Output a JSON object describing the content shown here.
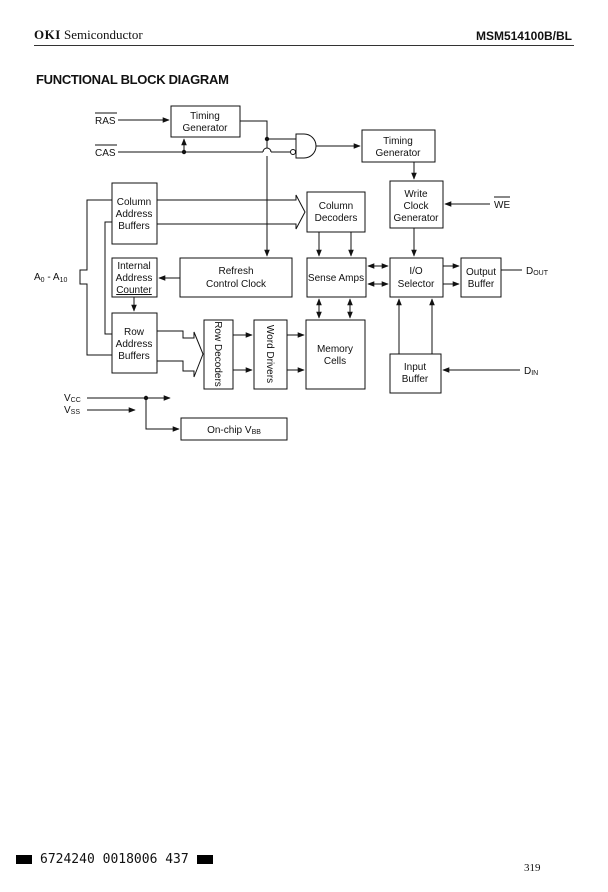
{
  "header": {
    "brand_bold": "OKI",
    "brand_rest": "Semiconductor",
    "part_number": "MSM514100B/BL"
  },
  "section_title": "FUNCTIONAL BLOCK DIAGRAM",
  "diagram": {
    "signals": {
      "ras": "RAS",
      "cas": "CAS",
      "we": "WE",
      "address": "A0 - A10",
      "address_main": "A",
      "address_sub0": "0",
      "address_dash": " - A",
      "address_sub1": "10",
      "dout_main": "D",
      "dout_sub": "OUT",
      "din_main": "D",
      "din_sub": "IN",
      "vcc_main": "V",
      "vcc_sub": "CC",
      "vss_main": "V",
      "vss_sub": "SS"
    },
    "blocks": {
      "timing_gen_1": [
        "Timing",
        "Generator"
      ],
      "timing_gen_2": [
        "Timing",
        "Generator"
      ],
      "column_address_buffers": [
        "Column",
        "Address",
        "Buffers"
      ],
      "column_decoders": [
        "Column",
        "Decoders"
      ],
      "write_clock_generator": [
        "Write",
        "Clock",
        "Generator"
      ],
      "internal_address_counter": [
        "Internal",
        "Address",
        "Counter"
      ],
      "refresh_control_clock": [
        "Refresh",
        "Control Clock"
      ],
      "sense_amps": [
        "Sense Amps"
      ],
      "io_selector": [
        "I/O",
        "Selector"
      ],
      "output_buffer": [
        "Output",
        "Buffer"
      ],
      "row_address_buffers": [
        "Row",
        "Address",
        "Buffers"
      ],
      "row_decoders": [
        "Row Decoders"
      ],
      "word_drivers": [
        "Word Drivers"
      ],
      "memory_cells": [
        "Memory",
        "Cells"
      ],
      "input_buffer": [
        "Input",
        "Buffer"
      ],
      "onchip_vbb_main": "On-chip V",
      "onchip_vbb_sub": "BB"
    }
  },
  "footer": {
    "barcode_text": "6724240 0018006 437",
    "page_number": "319"
  }
}
